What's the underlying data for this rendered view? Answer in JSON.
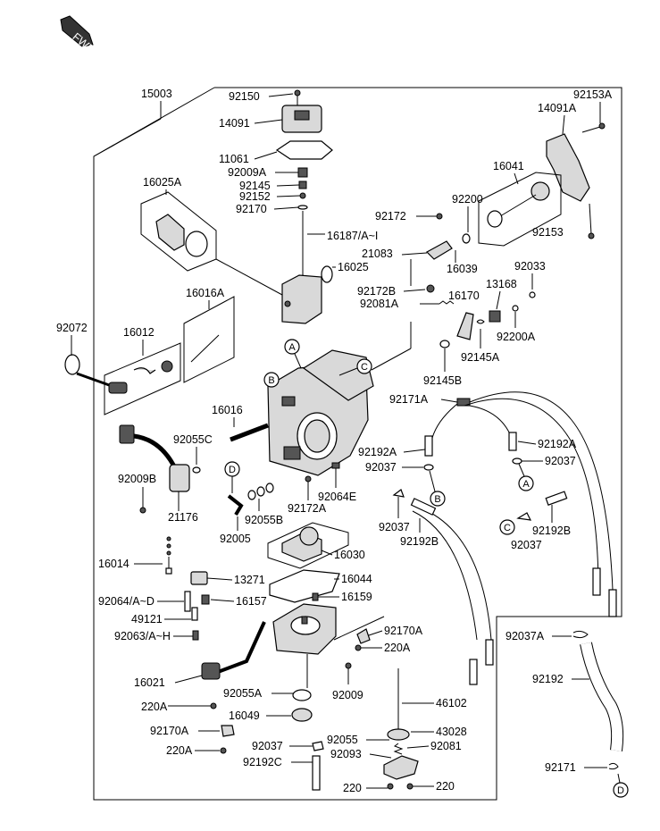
{
  "fwd_icon": {
    "text": "FWD"
  },
  "labels": {
    "l15003": "15003",
    "l92150": "92150",
    "l14091": "14091",
    "l11061": "11061",
    "l92009A": "92009A",
    "l92145": "92145",
    "l92152": "92152",
    "l92170": "92170",
    "l16025A": "16025A",
    "l16187": "16187/A~I",
    "l16025": "16025",
    "l92153A": "92153A",
    "l14091A": "14091A",
    "l16041": "16041",
    "l92200": "92200",
    "l92172": "92172",
    "l92153": "92153",
    "l21083": "21083",
    "l16039": "16039",
    "l92033": "92033",
    "l16016A": "16016A",
    "l92072": "92072",
    "l16012": "16012",
    "l92172B": "92172B",
    "l13168": "13168",
    "l16170": "16170",
    "l92081A": "92081A",
    "l92200A": "92200A",
    "l92145A": "92145A",
    "l92145B": "92145B",
    "l92171A": "92171A",
    "l16016": "16016",
    "l92055C": "92055C",
    "l92192A_left": "92192A",
    "l92192A_right": "92192A",
    "l92037_a": "92037",
    "l92037_b": "92037",
    "l92009B": "92009B",
    "l92064E": "92064E",
    "l92172A": "92172A",
    "l21176": "21176",
    "l92055B": "92055B",
    "l92037_c": "92037",
    "l92192B_left": "92192B",
    "l92192B_right": "92192B",
    "l92005": "92005",
    "l92037_d": "92037",
    "l16030": "16030",
    "l16014": "16014",
    "l13271": "13271",
    "l16044": "16044",
    "l92064AD": "92064/A~D",
    "l16157": "16157",
    "l16159": "16159",
    "l49121": "49121",
    "l92170A_top": "92170A",
    "l92063AH": "92063/A~H",
    "l220A_a": "220A",
    "l92037A": "92037A",
    "l16021": "16021",
    "l92192": "92192",
    "l92055A": "92055A",
    "l92009": "92009",
    "l46102": "46102",
    "l220A_b": "220A",
    "l16049": "16049",
    "l92170A_bot": "92170A",
    "l43028": "43028",
    "l92055": "92055",
    "l92081": "92081",
    "l220A_c": "220A",
    "l92037_e": "92037",
    "l92093": "92093",
    "l92192C": "92192C",
    "l92171": "92171",
    "l220_left": "220",
    "l220_right": "220"
  },
  "callouts": {
    "A_1": "A",
    "B_1": "B",
    "C_1": "C",
    "D_1": "D",
    "B_2": "B",
    "A_2": "A",
    "C_2": "C",
    "D_2": "D"
  }
}
